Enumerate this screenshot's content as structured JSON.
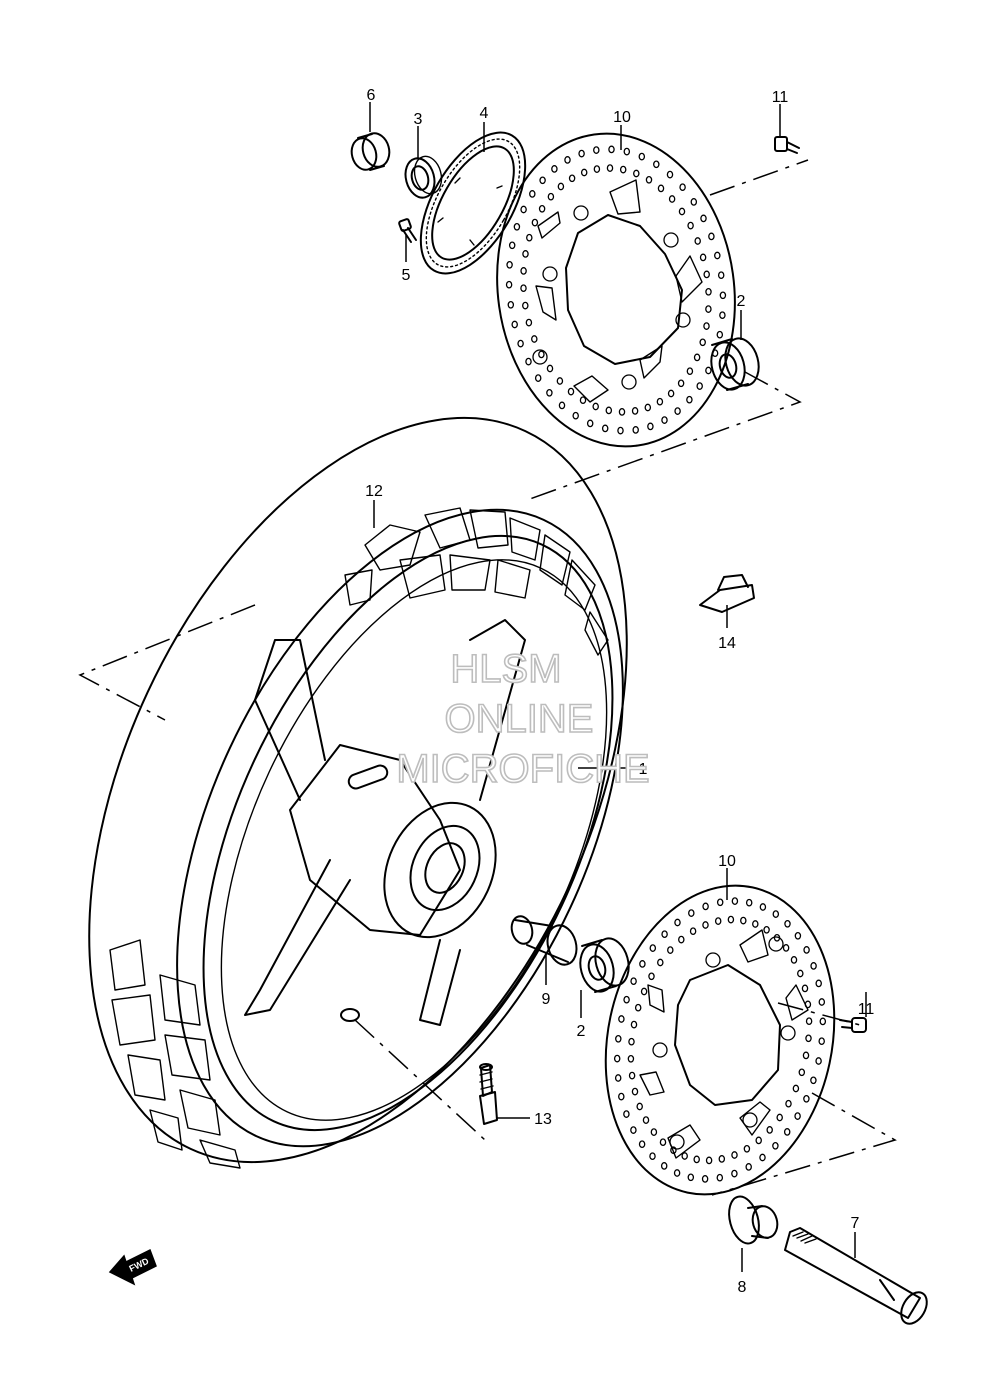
{
  "callouts": [
    "1",
    "2",
    "2",
    "3",
    "4",
    "5",
    "6",
    "7",
    "8",
    "9",
    "10",
    "10",
    "11",
    "11",
    "12",
    "13",
    "14"
  ],
  "watermark": {
    "line1": "HLSM",
    "line2": "ONLINE",
    "line3": "MICROFICHE"
  },
  "direction_arrow": {
    "label": "FWD"
  },
  "colors": {
    "line": "#000000",
    "background": "#ffffff",
    "watermark": "#bdbdbd"
  }
}
